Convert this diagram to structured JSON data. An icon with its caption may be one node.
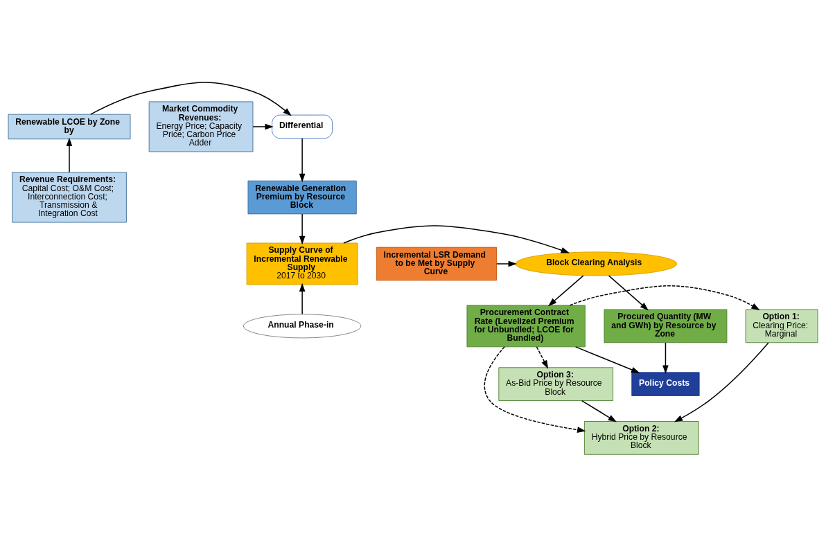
{
  "diagram": {
    "nodes": [
      {
        "text": [
          "Renewable LCOE by Zone by"
        ]
      },
      {
        "text": [
          "Differential"
        ]
      },
      {
        "text": [
          "Market Commodity Revenues:",
          "Energy Price; Capacity Price; Carbon Price Adder"
        ]
      },
      {
        "text": [
          "Revenue Requirements:",
          "Capital Cost; O&M Cost; Interconnection Cost; Transmission & Integration Cost"
        ]
      },
      {
        "text": [
          "Renewable Generation Premium by Resource Block"
        ]
      },
      {
        "text": [
          "Supply Curve of Incremental Renewable Supply",
          "2017 to 2030"
        ]
      },
      {
        "text": [
          "Block Clearing Analysis"
        ]
      },
      {
        "text": [
          "Incremental LSR Demand to be Met by Supply Curve"
        ]
      },
      {
        "text": [
          "Annual Phase-in"
        ]
      },
      {
        "text": [
          "Option 1:",
          "Clearing Price:",
          "Marginal"
        ]
      },
      {
        "text": [
          "Procurement Contract Rate (Levelized Premium for Unbundled; LCOE for Bundled)"
        ]
      },
      {
        "text": [
          "Procured Quantity (MW and GWh) by Resource by Zone"
        ]
      },
      {
        "text": [
          "Option 2:",
          "Hybrid Price by Resource Block"
        ]
      },
      {
        "text": [
          "Option 3:",
          "As-Bid Price by Resource Block"
        ]
      },
      {
        "text": [
          "Policy Costs"
        ]
      }
    ],
    "edges": [
      {
        "from": 3,
        "to": 0,
        "arrow": "to"
      },
      {
        "from": 0,
        "to": 1,
        "arrow": "to"
      },
      {
        "from": 2,
        "to": 1,
        "arrow": "to"
      },
      {
        "from": 1,
        "to": 4,
        "arrow": "to"
      },
      {
        "from": 4,
        "to": 5,
        "arrow": "to"
      },
      {
        "from": 5,
        "to": 6,
        "arrow": "to"
      },
      {
        "from": 7,
        "to": 6,
        "arrow": "to"
      },
      {
        "from": 8,
        "to": 5,
        "arrow": "to"
      },
      {
        "from": 6,
        "to": 10,
        "arrow": "to"
      },
      {
        "from": 6,
        "to": 11,
        "arrow": "to"
      },
      {
        "from": 9,
        "to": 12,
        "arrow": "to"
      },
      {
        "from": 13,
        "to": 12,
        "arrow": "to"
      },
      {
        "from": 10,
        "to": 9,
        "arrow": "to",
        "style": "dashed"
      },
      {
        "from": 10,
        "to": 12,
        "arrow": "to",
        "style": "dashed"
      },
      {
        "from": 10,
        "to": 13,
        "arrow": "to",
        "style": "dashed"
      },
      {
        "from": 10,
        "to": 14,
        "arrow": "to"
      },
      {
        "from": 11,
        "to": 14,
        "arrow": "to"
      }
    ]
  }
}
